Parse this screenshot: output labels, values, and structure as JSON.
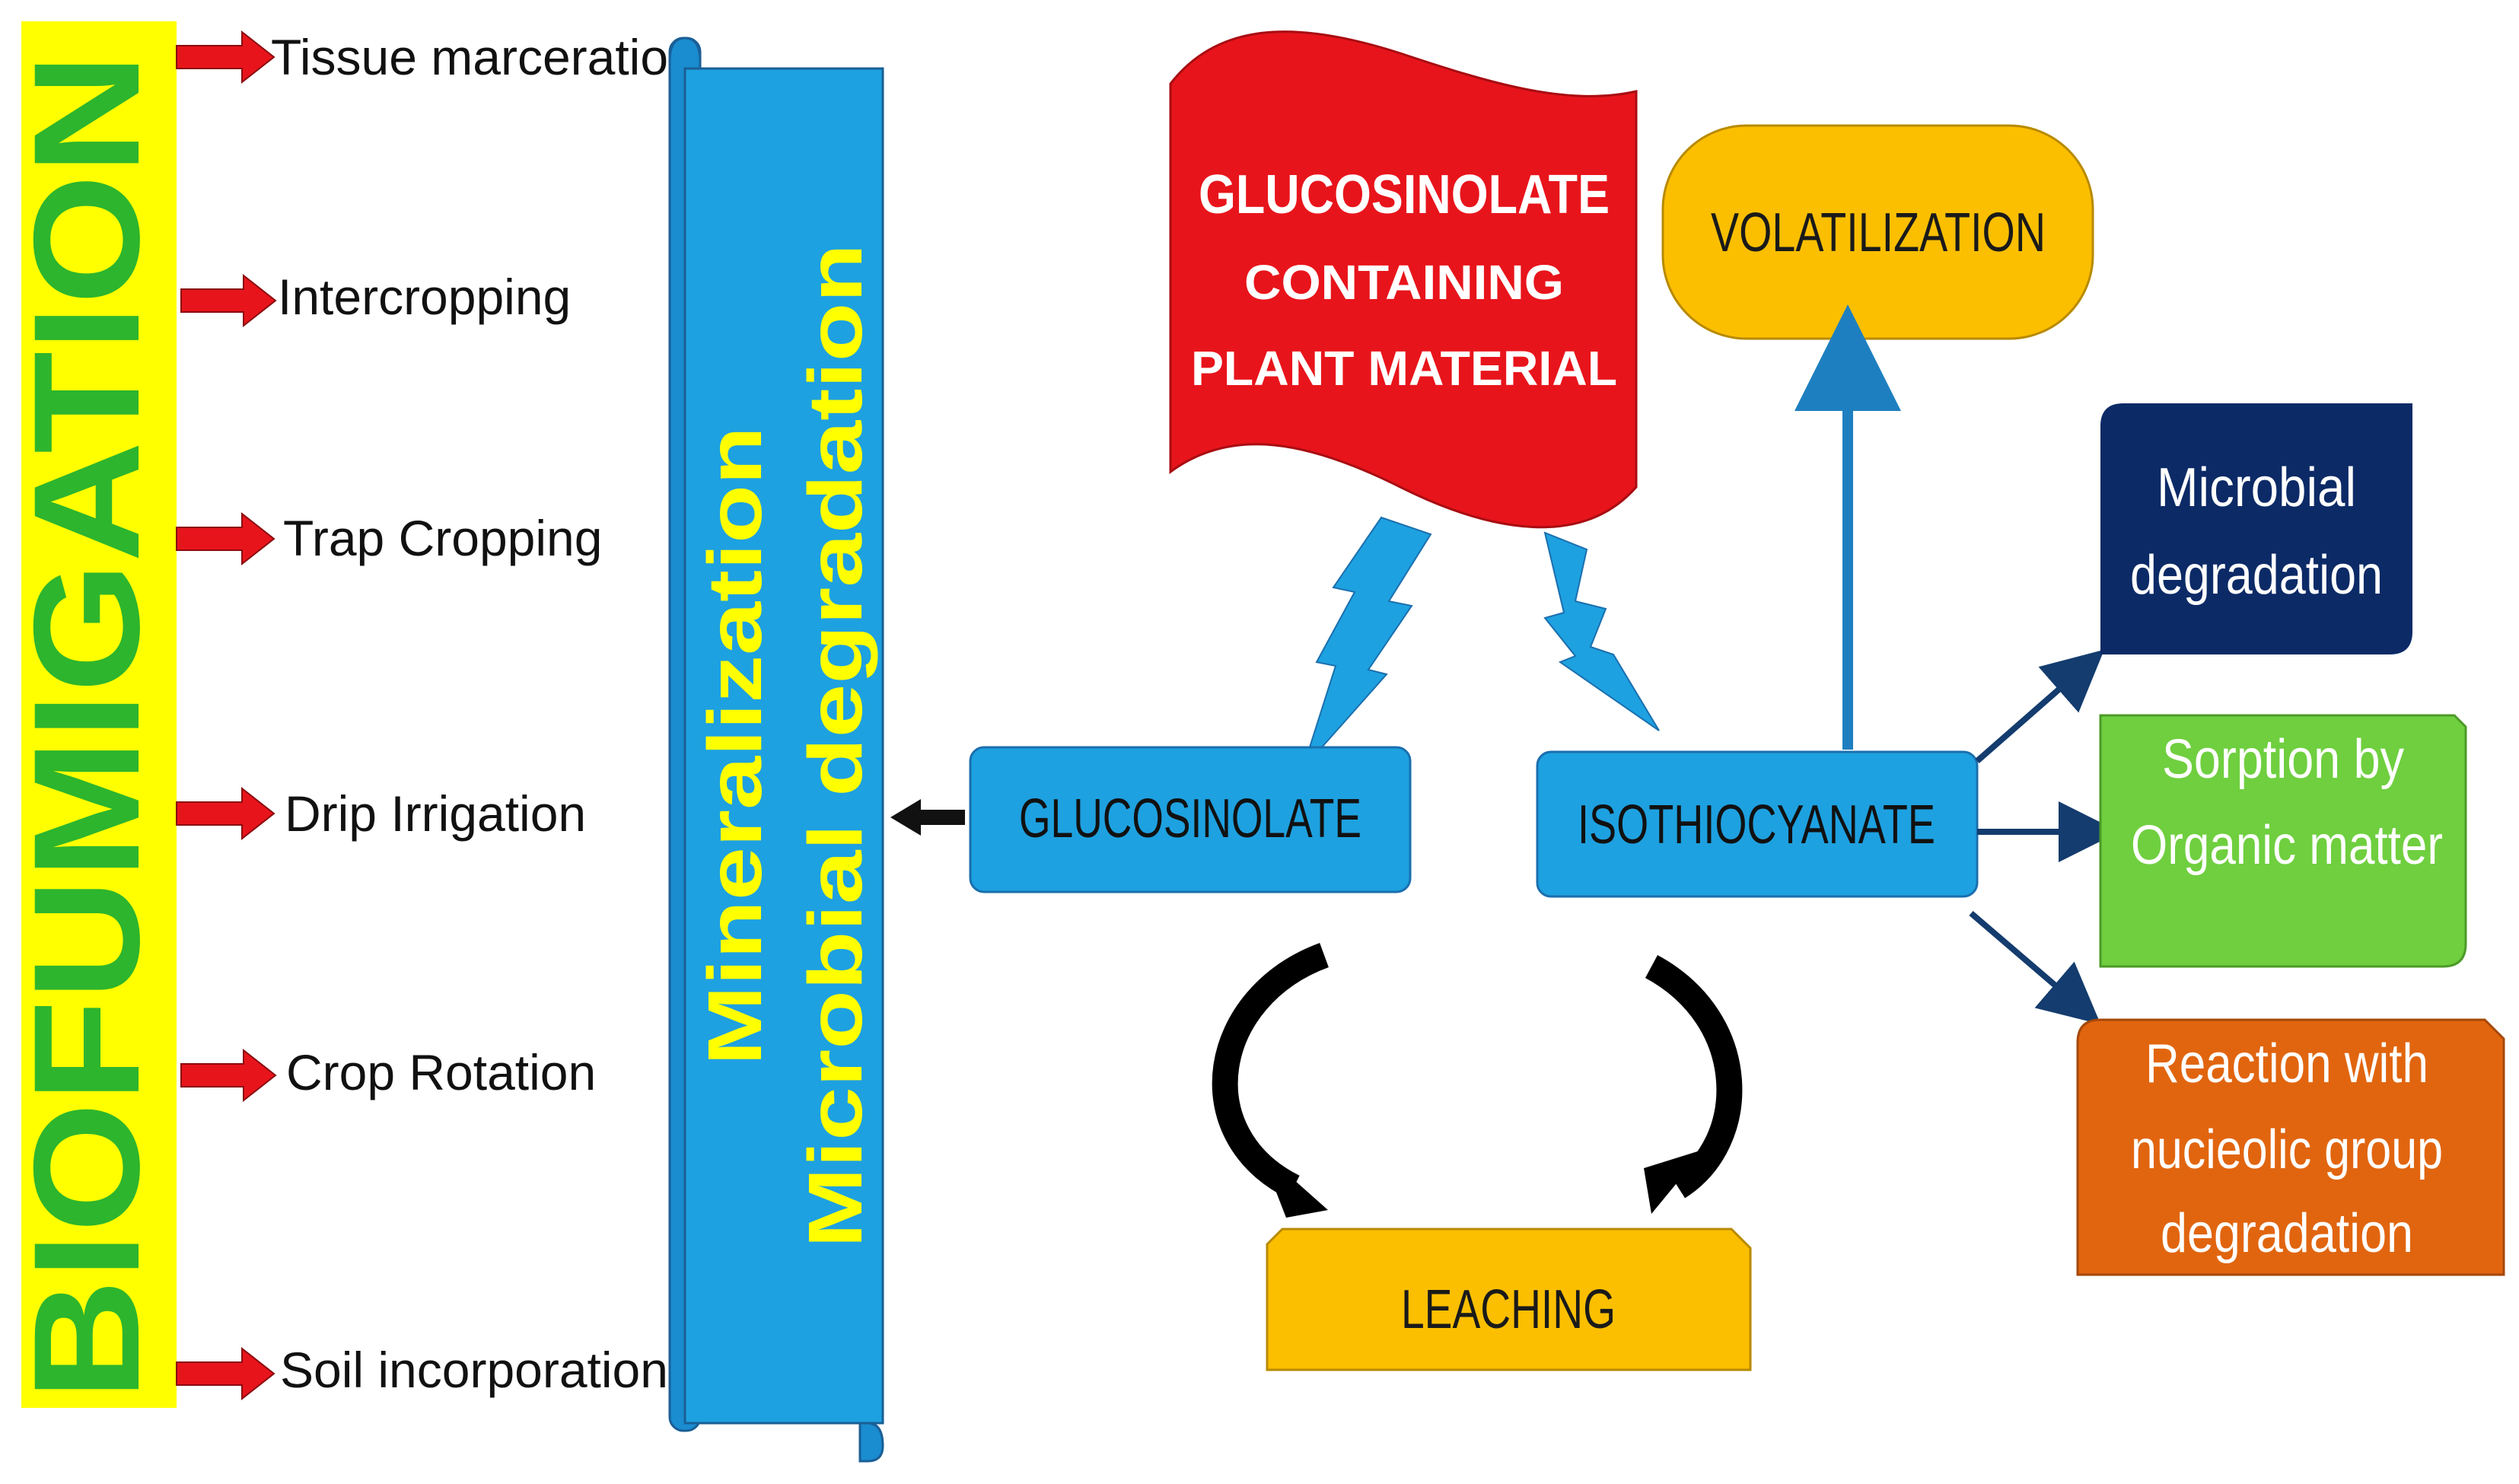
{
  "title_vertical": "BIOFUMIGATION",
  "methods": [
    "Tissue marceration",
    "Intercropping",
    "Trap Cropping",
    "Drip Irrigation",
    "Crop Rotation",
    "Soil incorporation"
  ],
  "scroll": {
    "line1": "Mineralization",
    "line2": "Microbial degradation"
  },
  "plant_material": {
    "line1": "GLUCOSINOLATE",
    "line2": "CONTAINING",
    "line3": "PLANT MATERIAL"
  },
  "volatilization": "VOLATILIZATION",
  "glucosinolate": "GLUCOSINOLATE",
  "isothiocyanate": "ISOTHIOCYANATE",
  "leaching": "LEACHING",
  "fates": {
    "microbial": {
      "line1": "Microbial",
      "line2": "degradation"
    },
    "sorption": {
      "line1": "Sorption by",
      "line2": "Organic matter"
    },
    "reaction": {
      "line1": "Reaction with",
      "line2": "nucieolic group",
      "line3": "degradation"
    }
  },
  "colors": {
    "yellow_panel": "#ffff00",
    "green_text": "#2db52d",
    "red_arrow": "#e8141b",
    "blue": "#1ea1e0",
    "red_flag": "#e8141b",
    "amber": "#fbbf00",
    "navy": "#0c2a66",
    "light_green": "#6fcf3f",
    "orange": "#e1650f"
  }
}
